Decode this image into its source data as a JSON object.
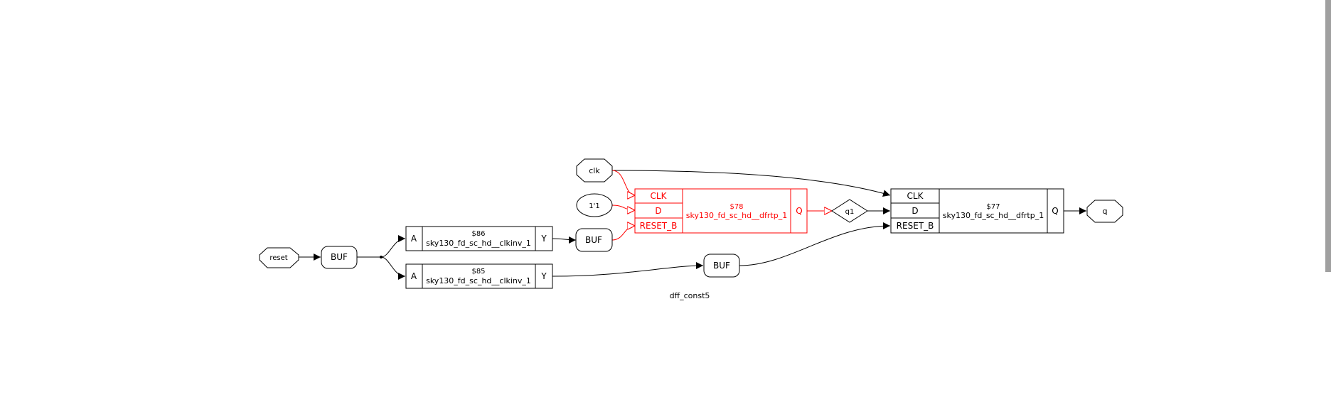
{
  "diagram": {
    "title": "dff_const5",
    "ports": {
      "reset": "reset",
      "clk": "clk",
      "q": "q",
      "q1": "q1",
      "const": "1'1"
    },
    "buffers": {
      "buf1": "BUF",
      "buf2": "BUF",
      "buf3": "BUF"
    },
    "cells": {
      "inv86": {
        "id": "$86",
        "type": "sky130_fd_sc_hd__clkinv_1",
        "in": "A",
        "out": "Y"
      },
      "inv85": {
        "id": "$85",
        "type": "sky130_fd_sc_hd__clkinv_1",
        "in": "A",
        "out": "Y"
      },
      "dff78": {
        "id": "$78",
        "type": "sky130_fd_sc_hd__dfrtp_1",
        "clk": "CLK",
        "d": "D",
        "reset": "RESET_B",
        "q": "Q"
      },
      "dff77": {
        "id": "$77",
        "type": "sky130_fd_sc_hd__dfrtp_1",
        "clk": "CLK",
        "d": "D",
        "reset": "RESET_B",
        "q": "Q"
      }
    },
    "colors": {
      "stroke": "#000000",
      "highlight": "#ff0000"
    }
  }
}
